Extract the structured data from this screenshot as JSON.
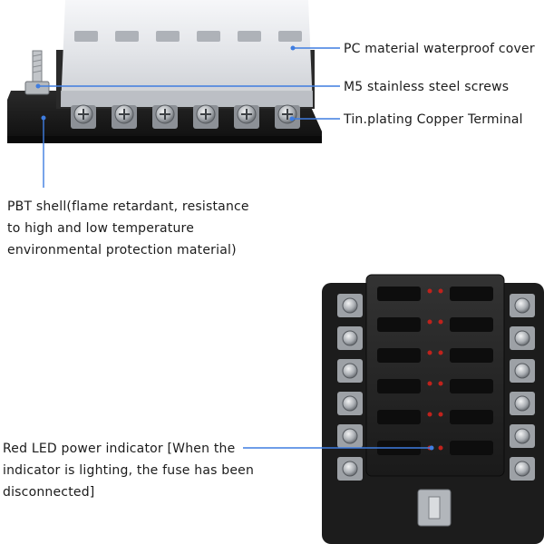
{
  "image": {
    "subject": "12-way blade fuse block",
    "colors": {
      "accent_line": "#3f7de0",
      "base_black": "#1a1a1a",
      "cover_clear": "#e4e6ea",
      "led_red": "#c0221c",
      "metal": "#b9bcc0"
    }
  },
  "callouts": {
    "cover": "PC material waterproof cover",
    "screws": "M5 stainless steel screws",
    "terminal": "Tin.plating Copper Terminal",
    "shell": {
      "line1": "PBT shell(flame retardant, resistance",
      "line2": "to high and low temperature",
      "line3": "environmental protection material)"
    },
    "led": {
      "line1": "Red LED power indicator [When the",
      "line2": "indicator is lighting, the fuse has been",
      "line3": "disconnected]"
    }
  }
}
